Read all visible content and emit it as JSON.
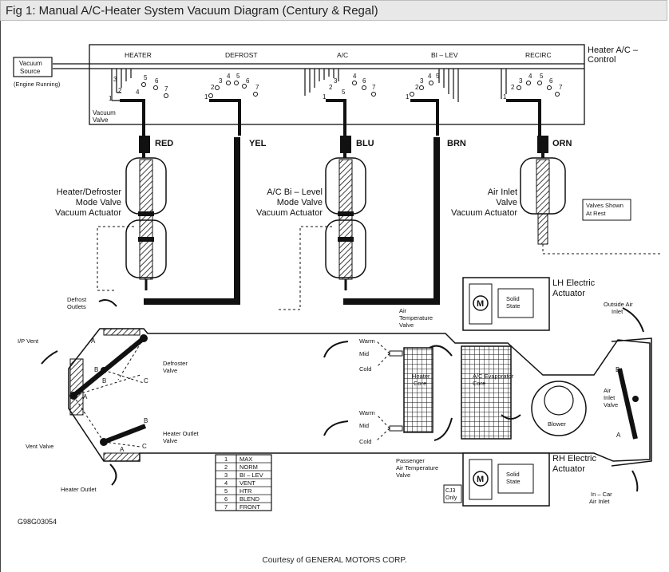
{
  "title": "Fig 1: Manual A/C-Heater System Vacuum Diagram (Century & Regal)",
  "control": {
    "title_line1": "Heater A/C –",
    "title_line2": "Control",
    "vacuum_source_line1": "Vacuum",
    "vacuum_source_line2": "Source",
    "engine_running": "(Engine Running)",
    "vacuum_valve_line1": "Vacuum",
    "vacuum_valve_line2": "Valve",
    "modes": [
      "HEATER",
      "DEFROST",
      "A/C",
      "BI – LEV",
      "RECIRC"
    ],
    "port_digits": [
      "1",
      "2",
      "3",
      "4",
      "5",
      "6",
      "7"
    ]
  },
  "hoses": [
    "RED",
    "YEL",
    "BLU",
    "BRN",
    "ORN"
  ],
  "actuators": {
    "heater_defroster": [
      "Heater/Defroster",
      "Mode Valve",
      "Vacuum Actuator"
    ],
    "ac_bilevel": [
      "A/C Bi – Level",
      "Mode Valve",
      "Vacuum Actuator"
    ],
    "air_inlet": [
      "Air Inlet",
      "Valve",
      "Vacuum Actuator"
    ]
  },
  "valves_note": [
    "Valves Shown",
    "At Rest"
  ],
  "lh_actuator": {
    "label": [
      "LH Electric",
      "Actuator"
    ],
    "motor": "M",
    "solid_state": [
      "Solid",
      "State"
    ]
  },
  "rh_actuator": {
    "label": [
      "RH Electric",
      "Actuator"
    ],
    "motor": "M",
    "solid_state": [
      "Solid",
      "State"
    ]
  },
  "labels": {
    "defrost_outlets": [
      "Defrost",
      "Outlets"
    ],
    "ip_vent": "I/P Vent",
    "defroster_valve": [
      "Defroster",
      "Valve"
    ],
    "vent_valve": "Vent Valve",
    "heater_outlet_valve": [
      "Heater Outlet",
      "Valve"
    ],
    "heater_outlet": "Heater Outlet",
    "air_temp_valve": [
      "Air",
      "Temperature",
      "Valve"
    ],
    "pass_air_temp_valve": [
      "Passenger",
      "Air Temperature",
      "Valve"
    ],
    "heater_core": [
      "Heater",
      "Core"
    ],
    "ac_evaporator": [
      "A/C Evaporator",
      "Core"
    ],
    "blower": "Blower",
    "outside_air_inlet": [
      "Outside Air",
      "Inlet"
    ],
    "air_inlet_valve": [
      "Air",
      "Inlet",
      "Valve"
    ],
    "in_car_air_inlet": [
      "In – Car",
      "Air Inlet"
    ],
    "warm": "Warm",
    "mid": "Mid",
    "cold": "Cold",
    "cj3_only": [
      "CJ3",
      "Only"
    ]
  },
  "letters": {
    "A": "A",
    "B": "B",
    "C": "C"
  },
  "legend": [
    {
      "num": "1",
      "label": "MAX"
    },
    {
      "num": "2",
      "label": "NORM"
    },
    {
      "num": "3",
      "label": "BI – LEV"
    },
    {
      "num": "4",
      "label": "VENT"
    },
    {
      "num": "5",
      "label": "HTR"
    },
    {
      "num": "6",
      "label": "BLEND"
    },
    {
      "num": "7",
      "label": "FRONT"
    }
  ],
  "figure_code": "G98G03054",
  "credit": "Courtesy of GENERAL MOTORS CORP."
}
